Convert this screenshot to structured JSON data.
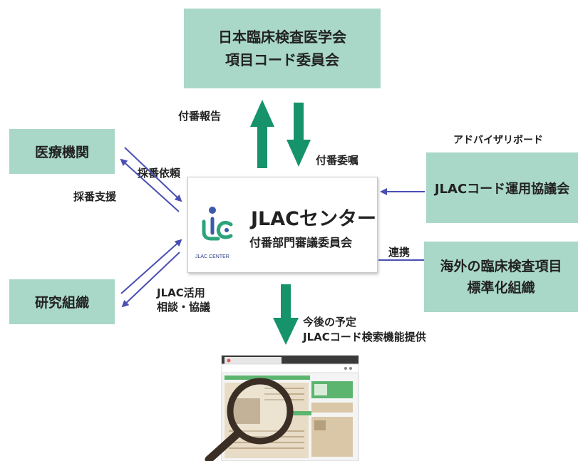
{
  "committee": {
    "line1": "日本臨床検査医学会",
    "line2": "項目コード委員会"
  },
  "hospital": "医療機関",
  "research": "研究組織",
  "advisory_board": {
    "caption": "アドバイザリボード",
    "name": "JLACコード運用協議会"
  },
  "overseas": {
    "line1": "海外の臨床検査項目",
    "line2": "標準化組織"
  },
  "center": {
    "title": "JLACセンター",
    "subtitle": "付番部門審議委員会",
    "logo_text": "JLAC CENTER"
  },
  "labels": {
    "numbering_report": "付番報告",
    "numbering_commission": "付番委嘱",
    "numbering_request": "採番依頼",
    "numbering_support": "採番支援",
    "jlac_usage": "JLAC活用",
    "consultation": "相談・協議",
    "cooperation": "連携",
    "future_plan": "今後の予定",
    "search_feature": "JLACコード検索機能提供"
  },
  "colors": {
    "box": "#a9d8c9",
    "green_arrow": "#16936b",
    "blue_arrow": "#4a4fb2"
  }
}
